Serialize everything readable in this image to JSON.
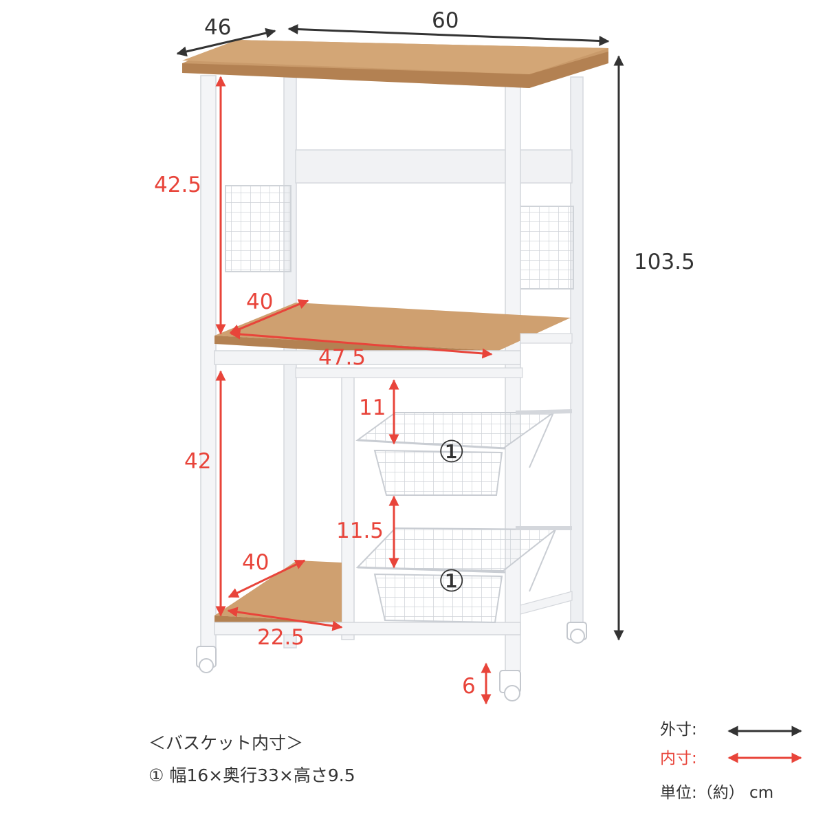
{
  "colors": {
    "outer": "#333333",
    "inner": "#e8443a",
    "wood": "#c89868",
    "frame": "#f3f4f6"
  },
  "dimensions": {
    "outer": {
      "depth": "46",
      "width": "60",
      "height": "103.5"
    },
    "inner": {
      "upper_height": "42.5",
      "upper_shelf_depth": "40",
      "upper_shelf_width": "47.5",
      "lower_height": "42",
      "lower_shelf_depth": "40",
      "lower_shelf_width": "22.5",
      "basket_gap_top": "11",
      "basket_gap_middle": "11.5",
      "caster_height": "6"
    }
  },
  "basket_marker": "①",
  "basket_note": {
    "title": "＜バスケット内寸＞",
    "line": "①  幅16×奥行33×高さ9.5"
  },
  "legend": {
    "outer_label": "外寸:",
    "inner_label": "内寸:",
    "unit": "単位:（約） cm"
  }
}
